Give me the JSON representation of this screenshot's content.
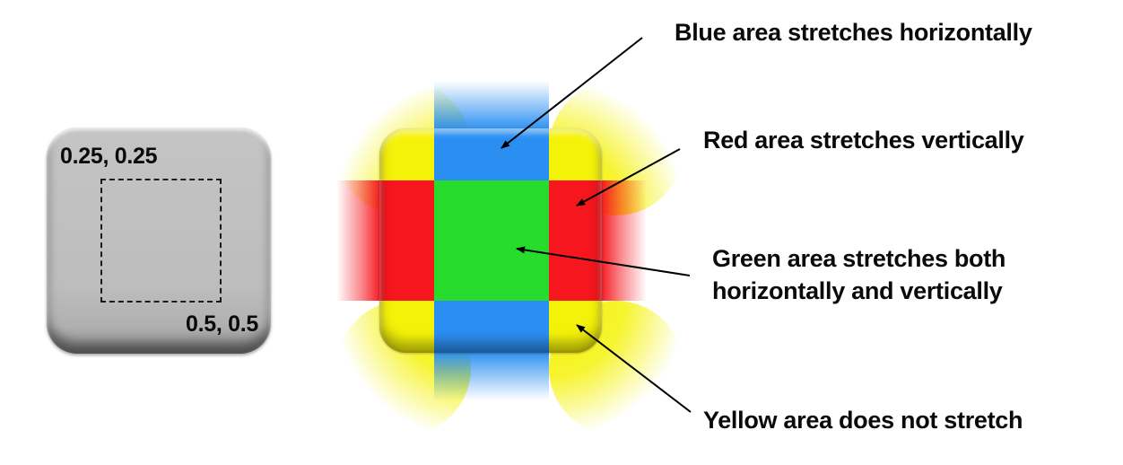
{
  "left_button": {
    "top_left_label": "0.25, 0.25",
    "bottom_right_label": "0.5, 0.5"
  },
  "colors": {
    "blue": "#2b8ff2",
    "red": "#f5161e",
    "green": "#27dc2c",
    "yellow": "#f5f20a",
    "gray": "#bebebe"
  },
  "annotations": {
    "blue": "Blue area stretches horizontally",
    "red": "Red area stretches vertically",
    "green_line1": "Green area stretches both",
    "green_line2": "horizontally and vertically",
    "yellow": "Yellow area does not stretch"
  }
}
